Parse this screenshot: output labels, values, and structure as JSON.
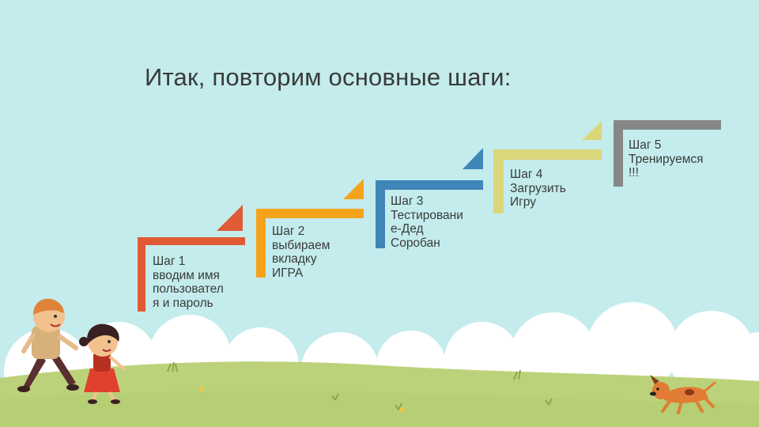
{
  "slide": {
    "title": "Итак, повторим основные шаги:"
  },
  "steps": [
    {
      "text": "Шаг 1\nвводим имя\nпользовател\nя и пароль",
      "color": "#e05a35"
    },
    {
      "text": "Шаг 2\nвыбираем\nвкладку\nИГРА",
      "color": "#f6a31c"
    },
    {
      "text": "Шаг 3\nТестировани\nе-Дед\nСоробан",
      "color": "#3f86b8"
    },
    {
      "text": "Шаг 4\nЗагрузить\nИгру",
      "color": "#d9d77a"
    },
    {
      "text": "Шаг 5\nТренируемся\n!!!",
      "color": "#878787"
    }
  ],
  "colors": {
    "sky": "#c4ecec",
    "cloud": "#ffffff",
    "grass": "#bcd27a",
    "grass_dark": "#a9c466"
  }
}
